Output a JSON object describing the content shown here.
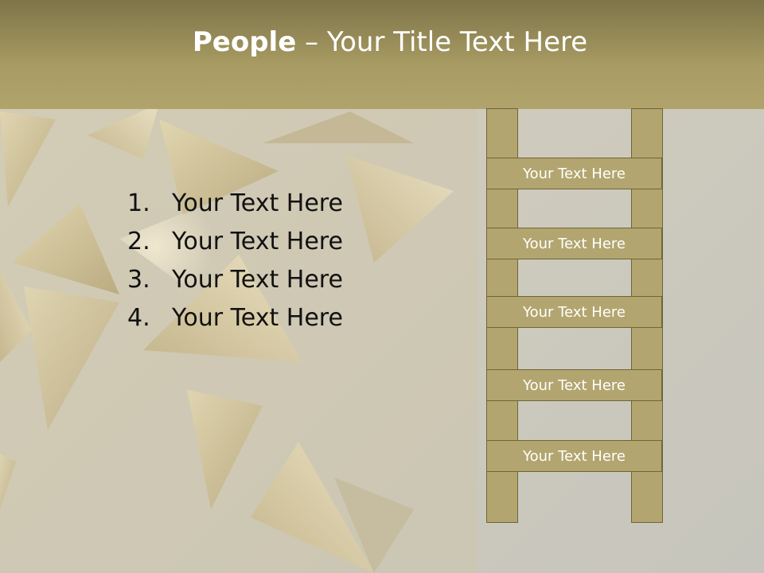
{
  "slide": {
    "title_strong": "People",
    "title_rest": " – Your Title Text Here",
    "list": [
      {
        "number": "1.",
        "text": "Your Text Here"
      },
      {
        "number": "2.",
        "text": "Your Text Here"
      },
      {
        "number": "3.",
        "text": "Your Text Here"
      },
      {
        "number": "4.",
        "text": "Your Text Here"
      }
    ],
    "ladder_steps": [
      "Your Text Here",
      "Your Text Here",
      "Your Text Here",
      "Your Text Here",
      "Your Text Here"
    ]
  },
  "colors": {
    "title_bar": "#a89b63",
    "ladder_fill": "#b3a56f",
    "ladder_border": "#6e6538",
    "background": "#cfcbbd"
  }
}
